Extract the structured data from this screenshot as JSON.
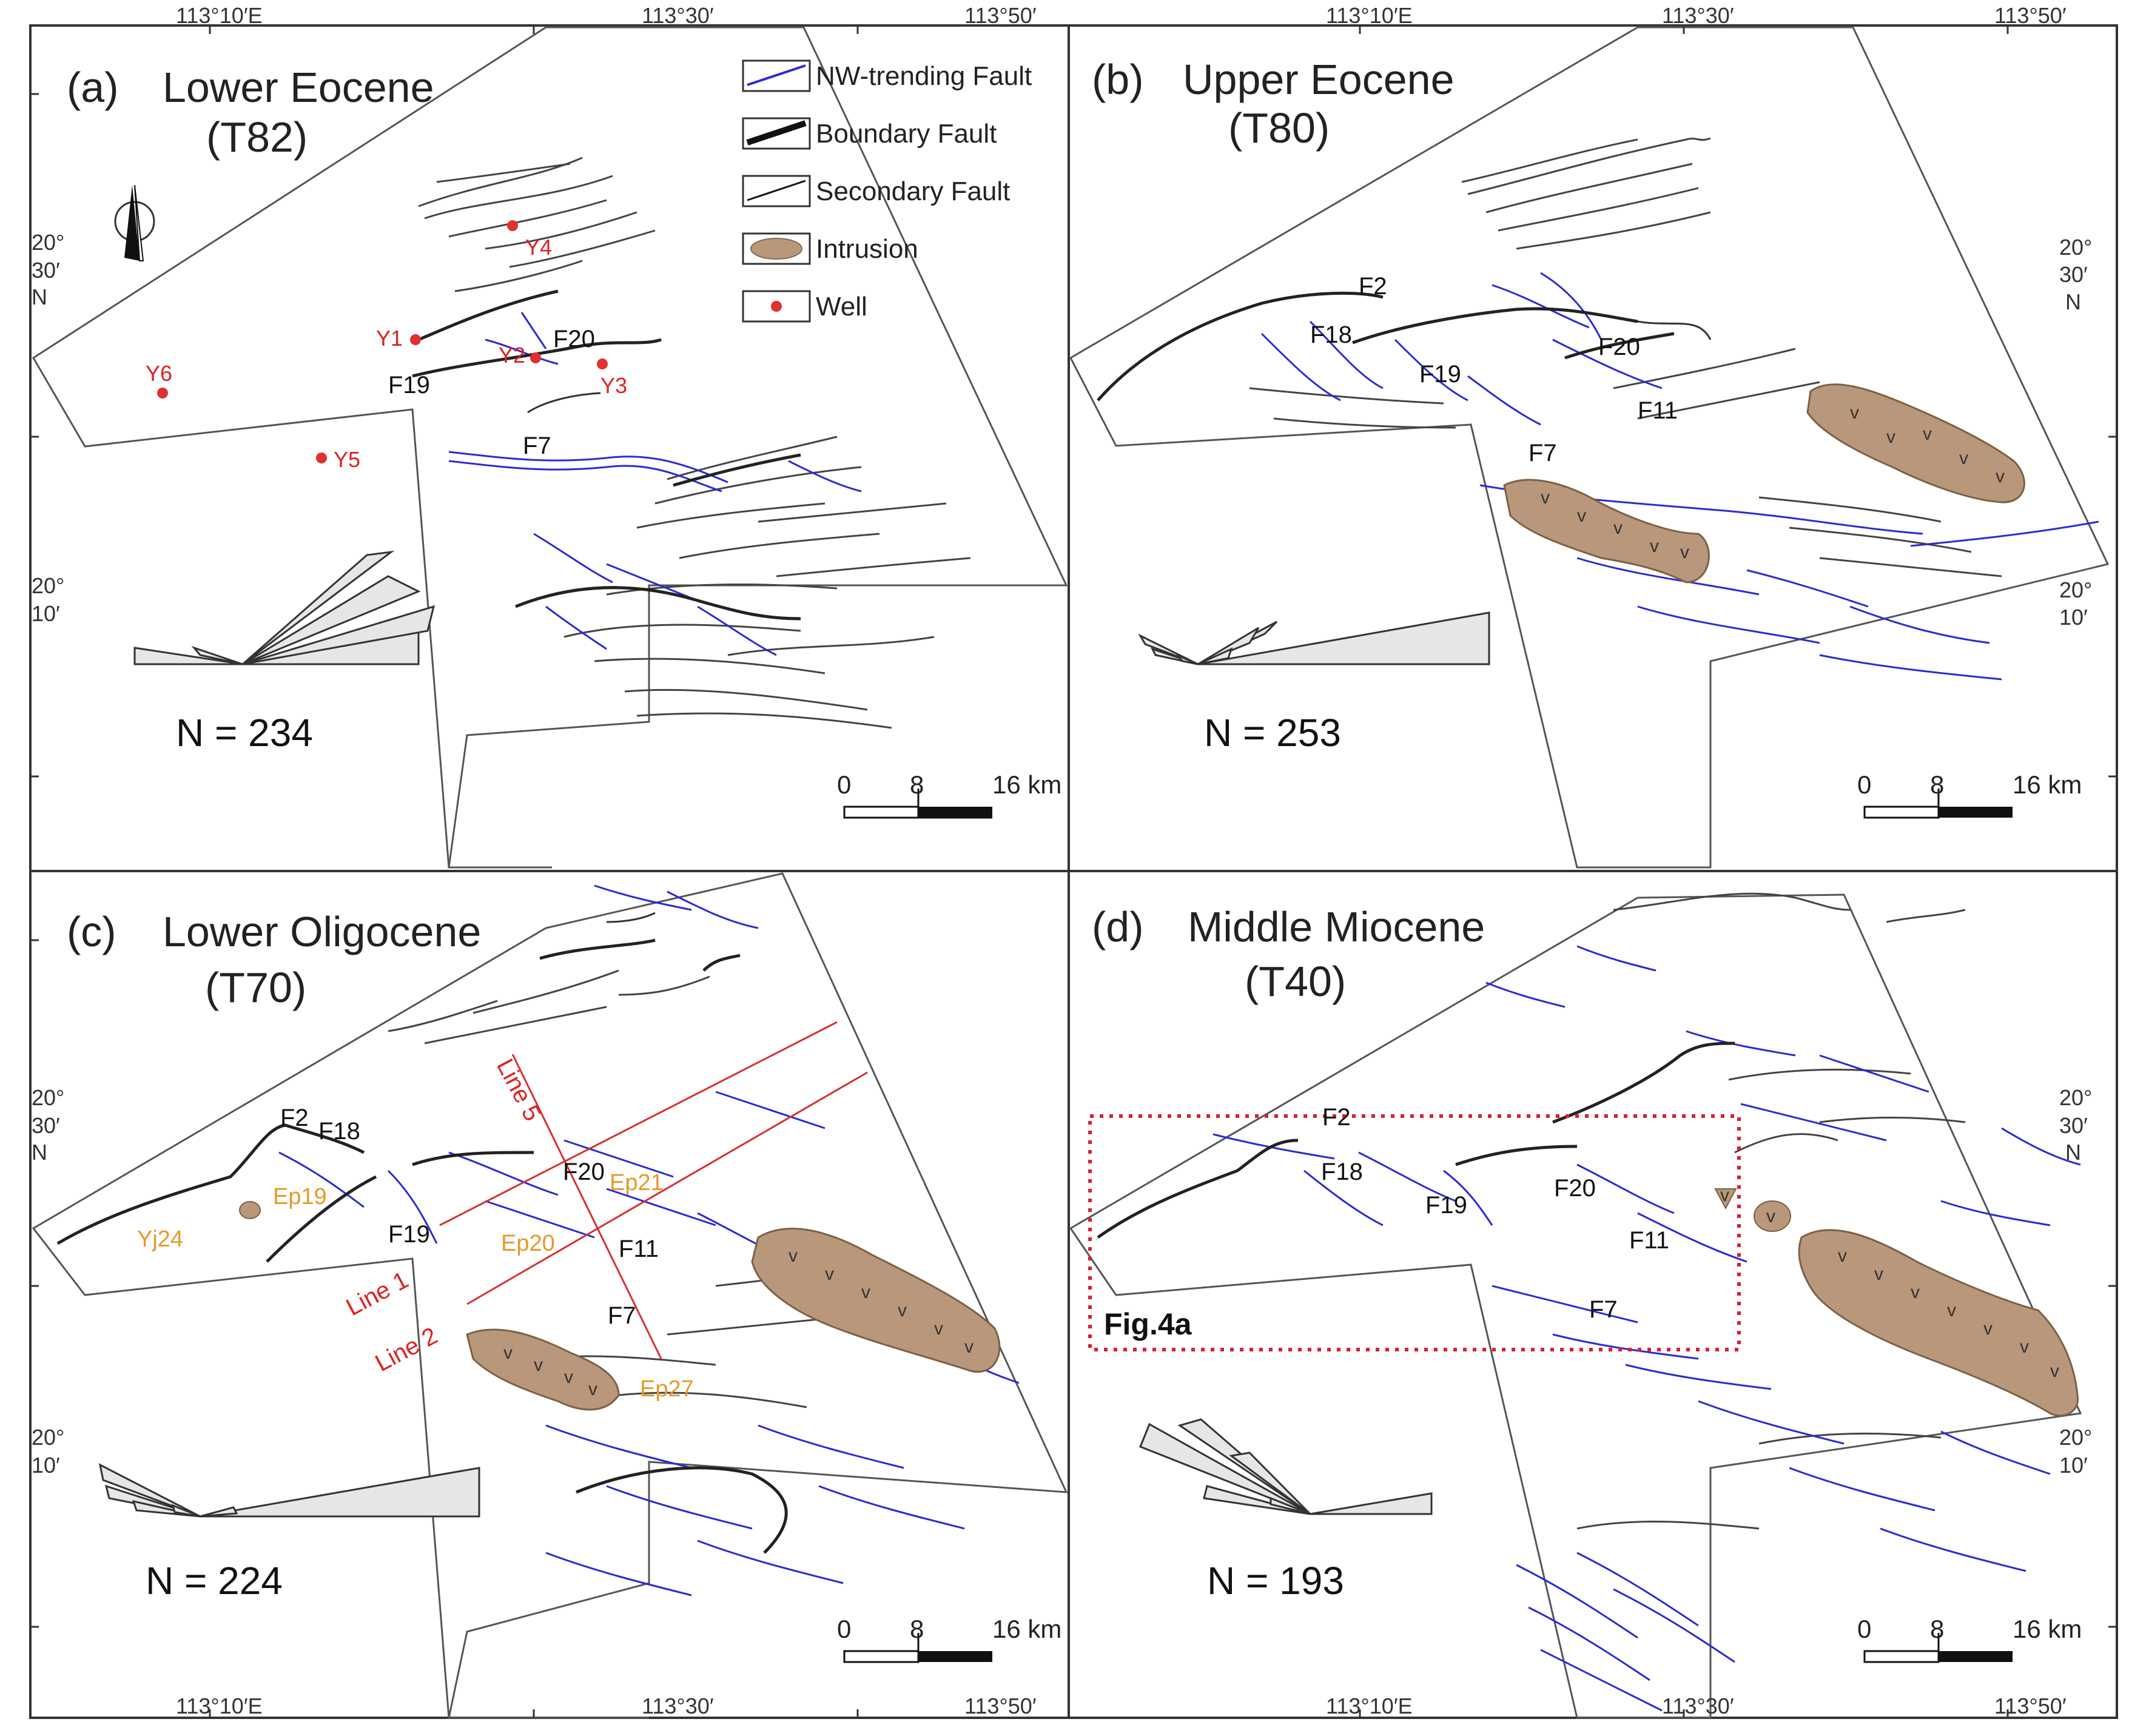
{
  "panels": [
    {
      "id": "a",
      "letter": "(a)",
      "title": "Lower Eocene",
      "horizon": "(T82)",
      "count": "N = 234"
    },
    {
      "id": "b",
      "letter": "(b)",
      "title": "Upper Eocene",
      "horizon": "(T80)",
      "count": "N = 253"
    },
    {
      "id": "c",
      "letter": "(c)",
      "title": "Lower Oligocene",
      "horizon": "(T70)",
      "count": "N = 224"
    },
    {
      "id": "d",
      "letter": "(d)",
      "title": "Middle Miocene",
      "horizon": "(T40)",
      "count": "N = 193"
    }
  ],
  "coords": {
    "lon": [
      "113°10′E",
      "113°30′",
      "113°50′"
    ],
    "lat_30_deg": "20°",
    "lat_30_min": "30′",
    "lat_10_deg": "20°",
    "lat_10_min": "10′",
    "lat_n": "N"
  },
  "legend": [
    {
      "label": "NW-trending Fault",
      "icon": "blue-fault-line"
    },
    {
      "label": "Boundary Fault",
      "icon": "thick-black-line"
    },
    {
      "label": "Secondary Fault",
      "icon": "thin-black-line"
    },
    {
      "label": "Intrusion",
      "icon": "brown-blob"
    },
    {
      "label": "Well",
      "icon": "red-dot"
    }
  ],
  "scale_bar": {
    "zero": "0",
    "mid": "8",
    "end": "16 km"
  },
  "faults": {
    "a": [
      "F20",
      "F19",
      "F7"
    ],
    "b": [
      "F2",
      "F18",
      "F20",
      "F19",
      "F11",
      "F7"
    ],
    "c": [
      "F2",
      "F18",
      "F20",
      "F19",
      "F11",
      "F7"
    ],
    "d": [
      "F2",
      "F18",
      "F19",
      "F20",
      "F11",
      "F7"
    ]
  },
  "wells_a": [
    "Y4",
    "Y1",
    "Y2",
    "Y3",
    "Y6",
    "Y5"
  ],
  "wells_c": [
    "Ep19",
    "Yj24",
    "Ep21",
    "Ep20",
    "Ep27"
  ],
  "lines_c": [
    "Line 5",
    "Line 1",
    "Line 2"
  ],
  "inset_d": "Fig.4a",
  "colors": {
    "nw_fault": "#2a2ad4",
    "boundary": "#222222",
    "secondary": "#444444",
    "intrusion": "#b8977a",
    "well": "#e03030",
    "section": "#d83030",
    "label_orange": "#e59a2a"
  }
}
